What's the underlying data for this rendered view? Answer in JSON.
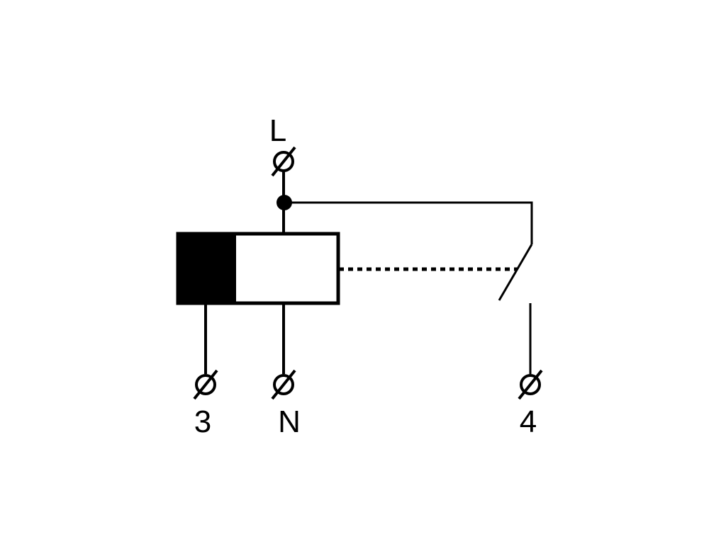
{
  "diagram": {
    "terminals": {
      "L": "L",
      "N": "N",
      "t3": "3",
      "t4": "4"
    },
    "colors": {
      "line": "#000000",
      "background": "#ffffff",
      "relay_filled_block": "#000000"
    }
  }
}
